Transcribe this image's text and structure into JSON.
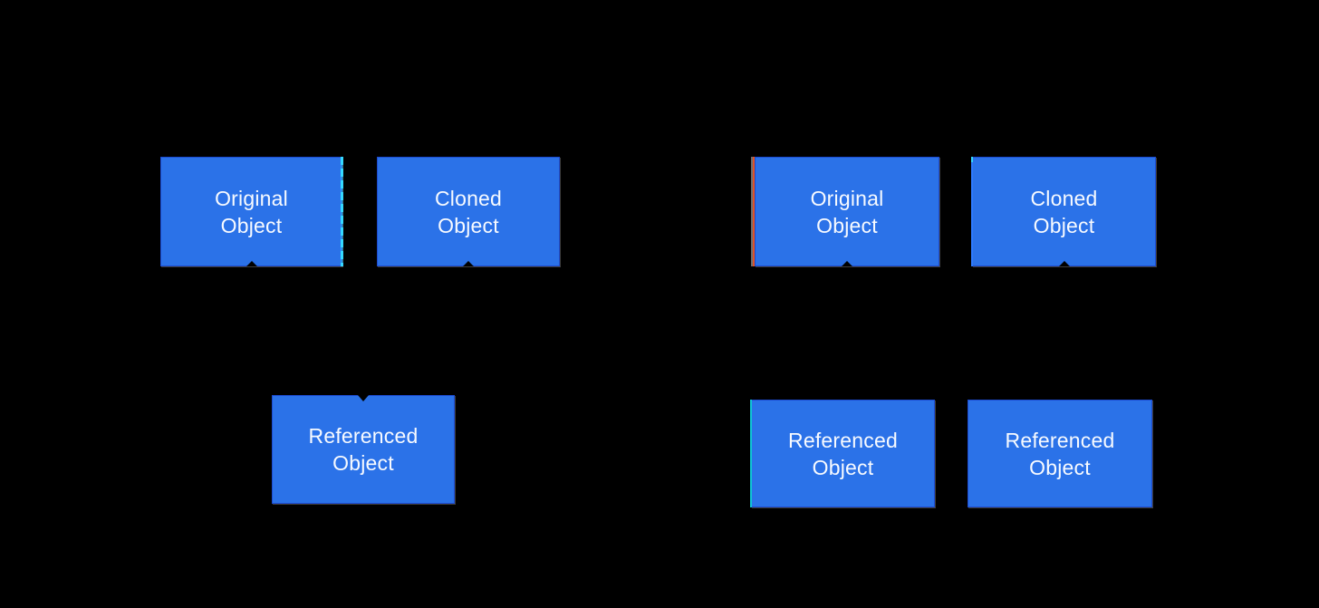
{
  "colors": {
    "background": "#000000",
    "box_fill": "#2b72e8",
    "box_border": "#1c4bd2",
    "box_fringe": "#3f3f3f",
    "label_text": "#f7faff",
    "edge_cyan": "#35d8ff",
    "edge_orange": "#e05325",
    "edge_grey": "#6f6f6f",
    "edge_teal": "#10c5d6",
    "edge_blue": "#2e7bff"
  },
  "left_group": {
    "original": {
      "label": "Original\nObject"
    },
    "cloned": {
      "label": "Cloned\nObject"
    },
    "referenced": {
      "label": "Referenced\nObject"
    }
  },
  "right_group": {
    "original": {
      "label": "Original\nObject"
    },
    "cloned": {
      "label": "Cloned\nObject"
    },
    "referenced_1": {
      "label": "Referenced\nObject"
    },
    "referenced_2": {
      "label": "Referenced\nObject"
    }
  }
}
